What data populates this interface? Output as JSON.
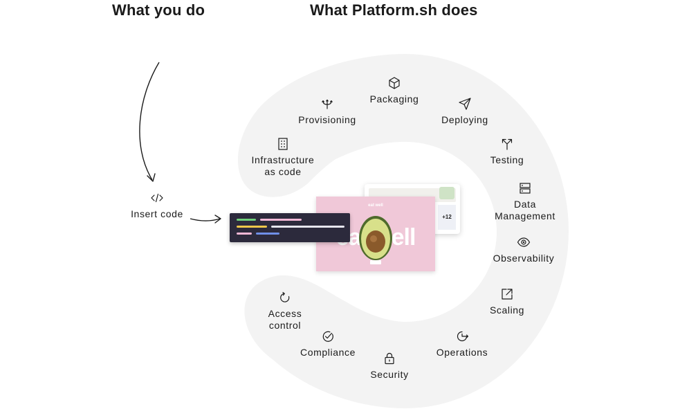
{
  "headings": {
    "left": "What you do",
    "right": "What Platform.sh does"
  },
  "left_flow": {
    "icon": "code-icon",
    "label": "Insert code"
  },
  "steps": [
    {
      "id": "infrastructure",
      "label_lines": [
        "Infrastructure",
        "as code"
      ],
      "icon": "building-icon"
    },
    {
      "id": "provisioning",
      "label_lines": [
        "Provisioning"
      ],
      "icon": "trident-icon"
    },
    {
      "id": "packaging",
      "label_lines": [
        "Packaging"
      ],
      "icon": "box-icon"
    },
    {
      "id": "deploying",
      "label_lines": [
        "Deploying"
      ],
      "icon": "paper-plane-icon"
    },
    {
      "id": "testing",
      "label_lines": [
        "Testing"
      ],
      "icon": "split-arrows-icon"
    },
    {
      "id": "data",
      "label_lines": [
        "Data",
        "Management"
      ],
      "icon": "server-icon"
    },
    {
      "id": "observability",
      "label_lines": [
        "Observability"
      ],
      "icon": "eye-icon"
    },
    {
      "id": "scaling",
      "label_lines": [
        "Scaling"
      ],
      "icon": "expand-icon"
    },
    {
      "id": "operations",
      "label_lines": [
        "Operations"
      ],
      "icon": "clock-arrow-icon"
    },
    {
      "id": "security",
      "label_lines": [
        "Security"
      ],
      "icon": "lock-icon"
    },
    {
      "id": "compliance",
      "label_lines": [
        "Compliance"
      ],
      "icon": "check-circle-icon"
    },
    {
      "id": "access",
      "label_lines": [
        "Access",
        "control"
      ],
      "icon": "refresh-icon"
    }
  ],
  "mockup": {
    "brand": "eat well",
    "big_text": "eat well",
    "badge": "+12"
  },
  "colors": {
    "track": "#f3f3f3",
    "text": "#1a1a1a",
    "code_bg": "#2c2a3c",
    "mock_pink": "#f0c8d8",
    "code_green": "#6fcf7a",
    "code_pink": "#f5b8d6",
    "code_yellow": "#f2c84b",
    "code_white": "#e6e6ee",
    "code_blue": "#6f8fe8"
  }
}
